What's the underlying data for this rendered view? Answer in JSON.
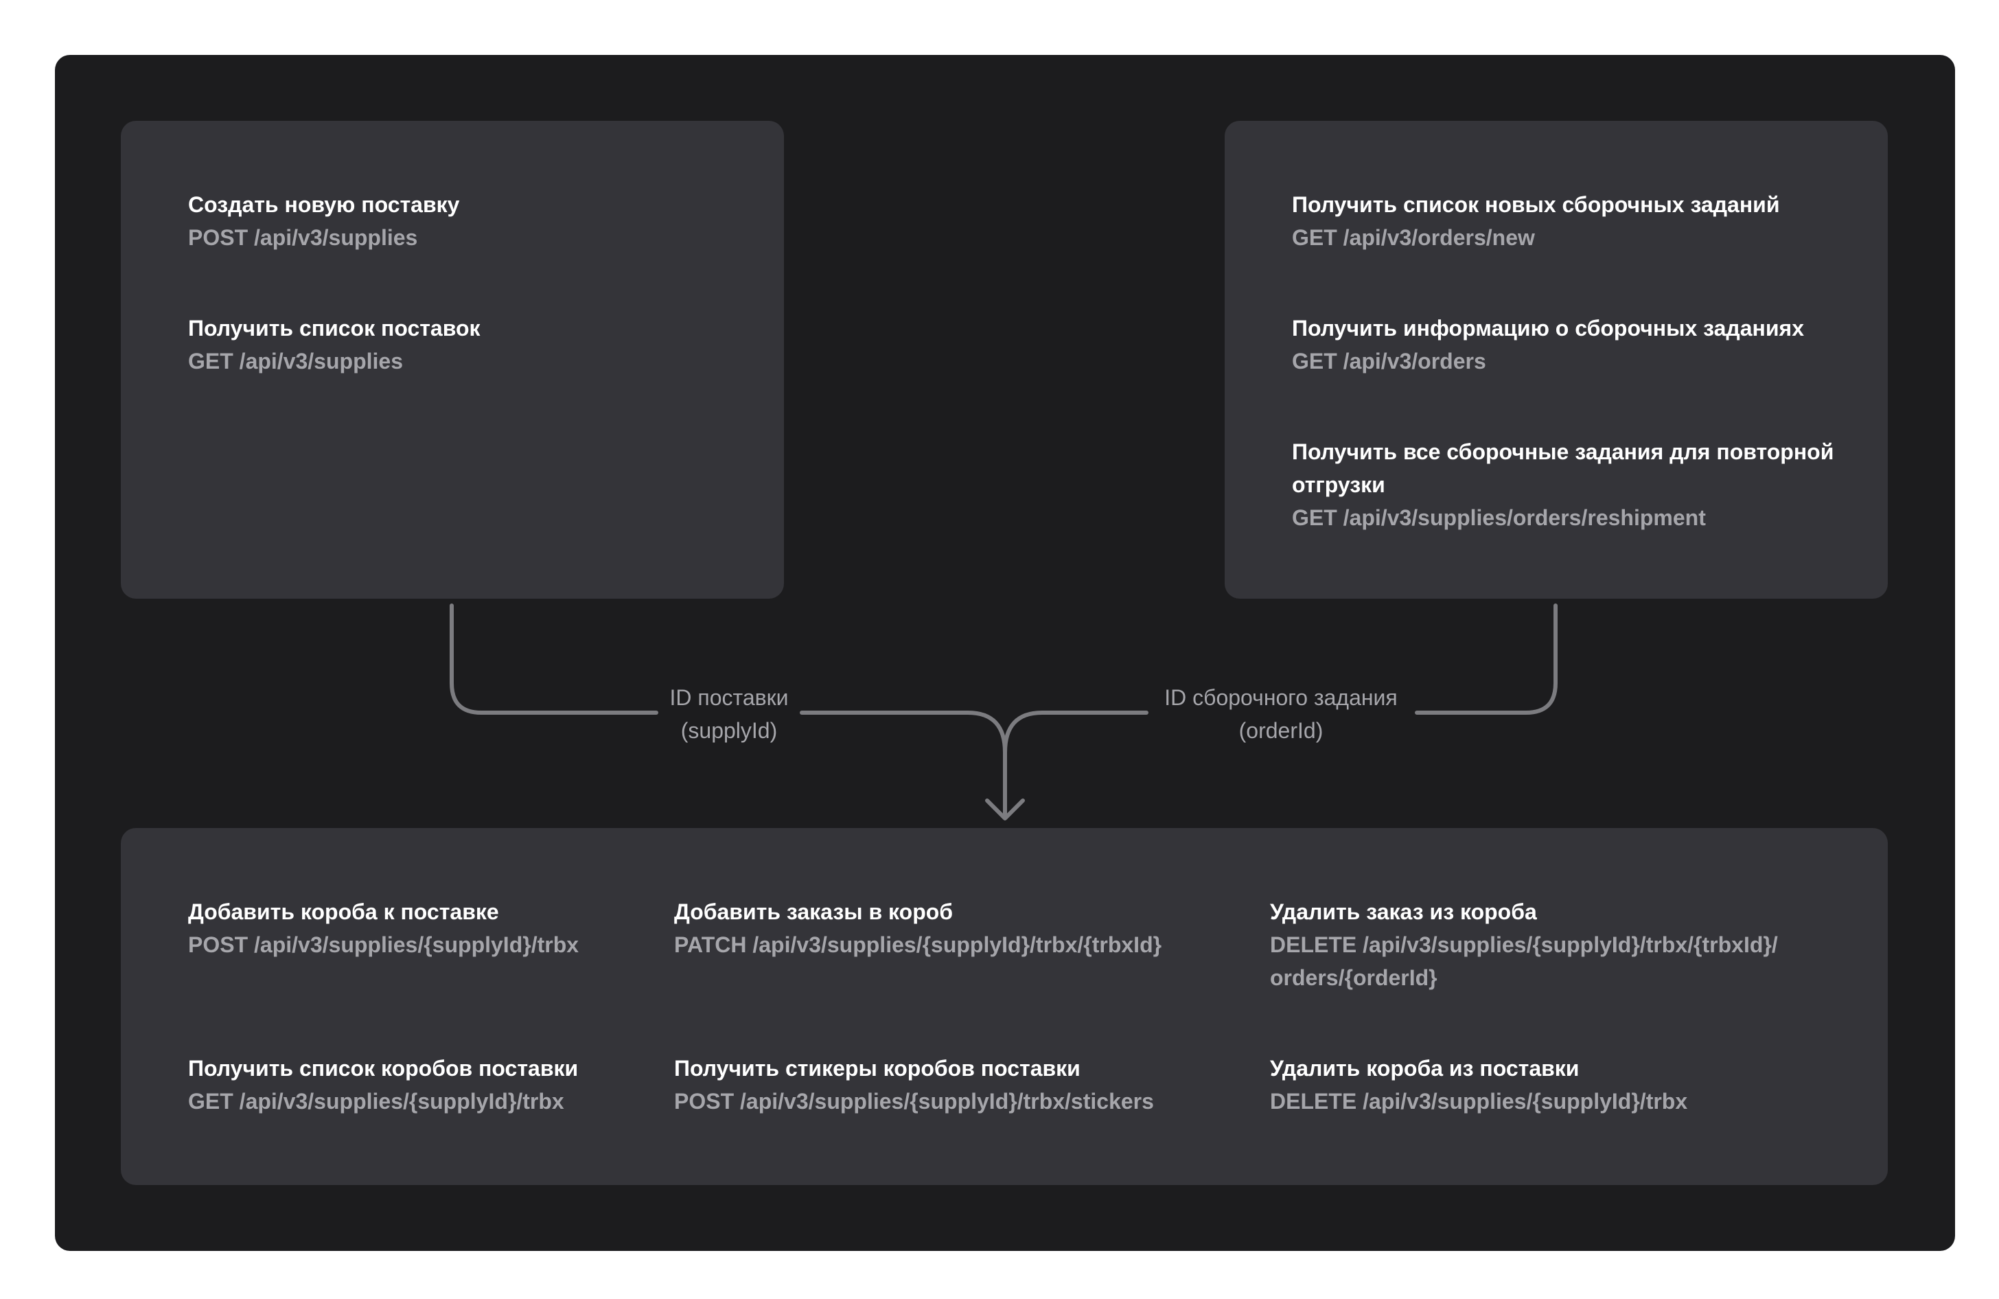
{
  "supplies_panel": {
    "operations": [
      {
        "title": "Создать новую поставку",
        "endpoint": "POST /api/v3/supplies"
      },
      {
        "title": "Получить список поставок",
        "endpoint": "GET /api/v3/supplies"
      }
    ]
  },
  "orders_panel": {
    "operations": [
      {
        "title": "Получить список новых сборочных заданий",
        "endpoint": "GET /api/v3/orders/new"
      },
      {
        "title": "Получить информацию о сборочных заданиях",
        "endpoint": "GET /api/v3/orders"
      },
      {
        "title_line1": "Получить все сборочные задания для повторной",
        "title_line2": "отгрузки",
        "endpoint": "GET /api/v3/supplies/orders/reshipment"
      }
    ]
  },
  "connectors": {
    "supply_label_line1": "ID поставки",
    "supply_label_line2": "(supplyId)",
    "order_label_line1": "ID сборочного задания",
    "order_label_line2": "(orderId)"
  },
  "boxes_panel": {
    "operations": [
      {
        "title": "Добавить короба к поставке",
        "endpoint": "POST /api/v3/supplies/{supplyId}/trbx"
      },
      {
        "title": "Добавить заказы в короб",
        "endpoint": "PATCH /api/v3/supplies/{supplyId}/trbx/{trbxId}"
      },
      {
        "title": "Удалить заказ из короба",
        "endpoint_line1": "DELETE /api/v3/supplies/{supplyId}/trbx/{trbxId}/",
        "endpoint_line2": "orders/{orderId}"
      },
      {
        "title": "Получить список коробов поставки",
        "endpoint": "GET /api/v3/supplies/{supplyId}/trbx"
      },
      {
        "title": "Получить стикеры коробов поставки",
        "endpoint": "POST /api/v3/supplies/{supplyId}/trbx/stickers"
      },
      {
        "title": "Удалить короба из поставки",
        "endpoint": "DELETE /api/v3/supplies/{supplyId}/trbx"
      }
    ]
  },
  "colors": {
    "frame_background": "#1c1c1e",
    "panel_background": "#343439",
    "title_text": "#ffffff",
    "secondary_text": "#a6a6ab",
    "connector_line": "#7c7c80"
  }
}
